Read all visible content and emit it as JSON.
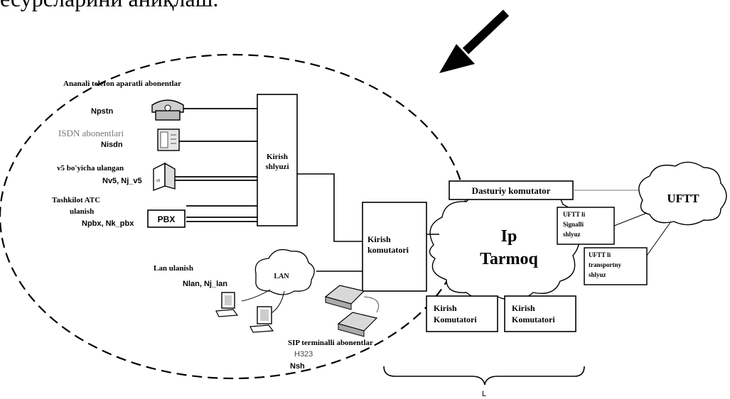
{
  "header_text": "есурсларини аниқлаш.",
  "labels": {
    "analog_title": "Ananali telefon aparatli abonentlar",
    "npstn": "Npstn",
    "isdn_title": "ISDN abonentlari",
    "nisdn": "Nisdn",
    "v5_title": "v5 bo'yicha ulangan",
    "nv5": "Nv5, Nj_v5",
    "tashkilot_line1": "Tashkilot ATC",
    "tashkilot_line2": "ulanish",
    "npbx": "Npbx, Nk_pbx",
    "pbx": "PBX",
    "kirish_shlyuz_line1": "Kirish",
    "kirish_shlyuz_line2": "shlyuzi",
    "lan_title": "Lan ulanish",
    "nlan": "Nlan, Nj_lan",
    "lan": "LAN",
    "sip_title": "SIP terminalli abonentlar",
    "h323": "H323",
    "nsh": "Nsh",
    "kirish_komut_line1": "Kirish",
    "kirish_komut_line2": "komutatori",
    "dasturiy": "Dasturiy komutator",
    "ip_line1": "Ip",
    "ip_line2": "Tarmoq",
    "uftt": "UFTT",
    "uftt_sig_line1": "UFTT li",
    "uftt_sig_line2": "Signalli",
    "uftt_sig_line3": "shlyuz",
    "uftt_tr_line1": "UFTT li",
    "uftt_tr_line2": "transportny",
    "uftt_tr_line3": "shlyuz",
    "kk1_line1": "Kirish",
    "kk1_line2": "Komutatori",
    "kk2_line1": "Kirish",
    "kk2_line2": "Komutatori",
    "v5_box": "v5",
    "l": "L"
  },
  "icons": {
    "arrow": "arrow-icon",
    "analog_phone": "telephone-icon",
    "isdn_phone": "isdn-phone-icon",
    "v5_device": "v5-device-icon",
    "pc1": "computer-icon",
    "pc2": "computer-icon",
    "sip_phone": "ip-phone-icon"
  }
}
